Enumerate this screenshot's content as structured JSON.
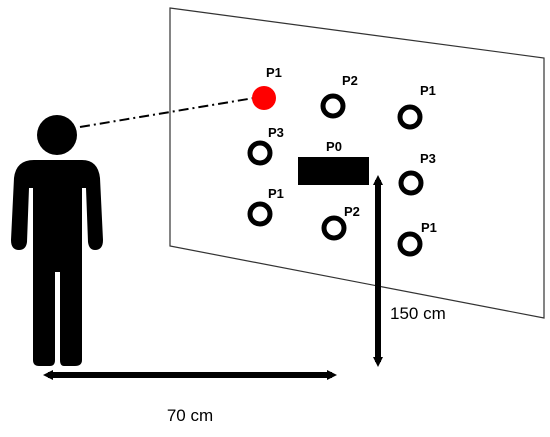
{
  "colors": {
    "target_active": "#ff0000",
    "target_ring": "#000000",
    "panel_stroke": "#333333",
    "figure": "#000000"
  },
  "targets": [
    {
      "label": "P1",
      "active": true
    },
    {
      "label": "P2",
      "active": false
    },
    {
      "label": "P1",
      "active": false
    },
    {
      "label": "P3",
      "active": false
    },
    {
      "label": "P3",
      "active": false
    },
    {
      "label": "P1",
      "active": false
    },
    {
      "label": "P2",
      "active": false
    },
    {
      "label": "P1",
      "active": false
    }
  ],
  "center_block": {
    "label": "P0"
  },
  "dimensions": {
    "height_label": "150 cm",
    "distance_label": "70 cm"
  }
}
